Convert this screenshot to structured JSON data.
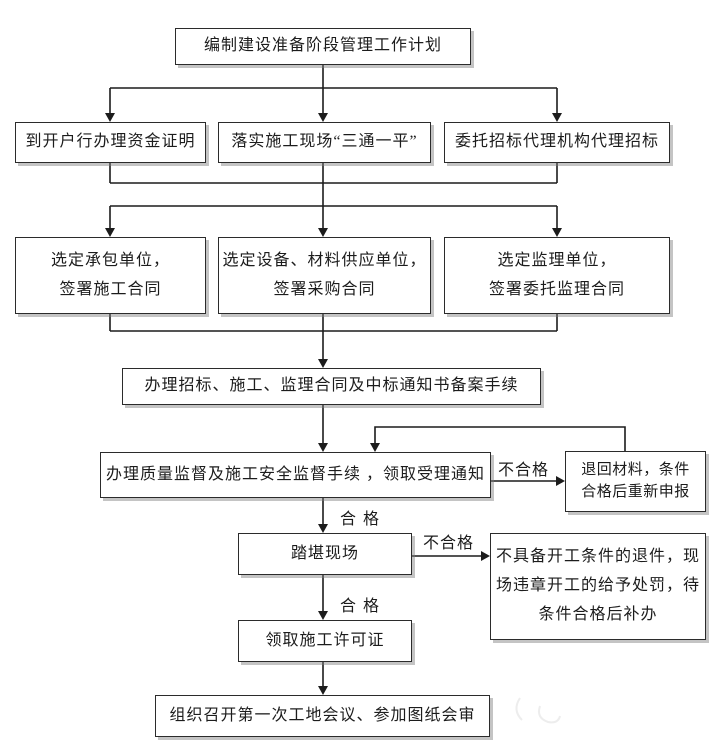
{
  "colors": {
    "background": "#ffffff",
    "line": "#1c1c1c",
    "box_border": "#2b2b2b",
    "box_fill": "#ffffff",
    "text": "#1c1c1c",
    "shadow_gray": "#7d7d7d"
  },
  "nodes": {
    "plan": {
      "lines": [
        "编制建设准备阶段管理工作计划"
      ]
    },
    "fund_proof": {
      "lines": [
        "到开户行办理资金证明"
      ]
    },
    "site_prep": {
      "lines": [
        "落实施工现场“三通一平”"
      ]
    },
    "bid_agency": {
      "lines": [
        "委托招标代理机构代理招标"
      ]
    },
    "contractor": {
      "lines": [
        "选定承包单位，",
        "签署施工合同"
      ]
    },
    "supplier": {
      "lines": [
        "选定设备、材料供应单位，",
        "签署采购合同"
      ]
    },
    "supervision": {
      "lines": [
        "选定监理单位，",
        "签署委托监理合同"
      ]
    },
    "filing": {
      "lines": [
        "办理招标、施工、监理合同及中标通知书备案手续"
      ]
    },
    "quality_check": {
      "lines": [
        "办理质量监督及施工安全监督手续 ，领取受理通知"
      ]
    },
    "return_materials": {
      "lines": [
        "退回材料，条件",
        "合格后重新申报"
      ]
    },
    "site_visit": {
      "lines": [
        "踏堪现场"
      ]
    },
    "rejection": {
      "lines": [
        "不具备开工条件的退件，现",
        "场违章开工的给予处罚，待",
        "条件合格后补办"
      ]
    },
    "permit": {
      "lines": [
        "领取施工许可证"
      ]
    },
    "first_meeting": {
      "lines": [
        "组织召开第一次工地会议、参加图纸会审"
      ]
    }
  },
  "edge_labels": {
    "fail_top": "不合格",
    "pass_top": "合格",
    "fail_bottom": "不合格",
    "pass_bottom": "合格"
  }
}
